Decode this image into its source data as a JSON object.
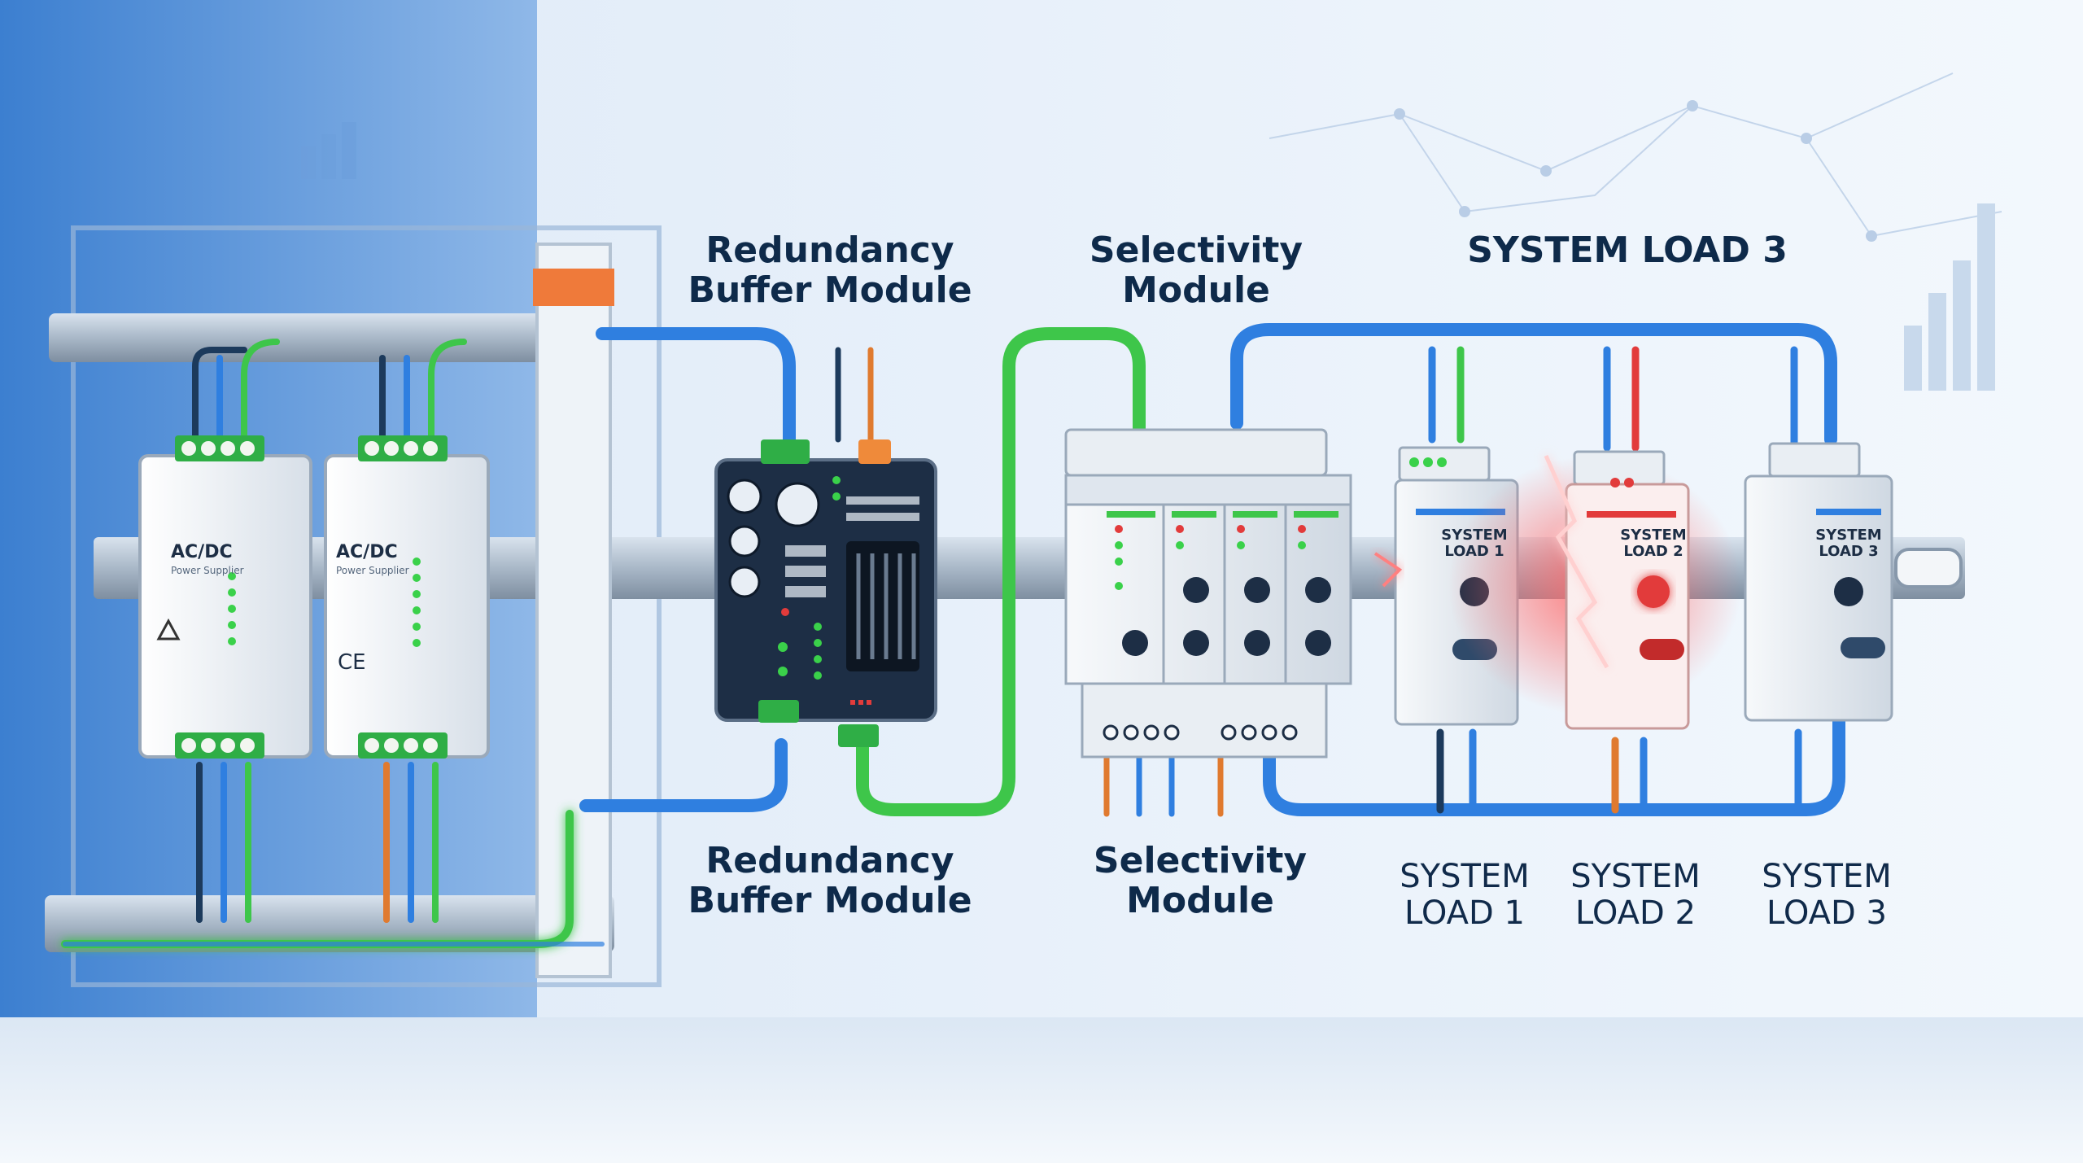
{
  "labels": {
    "redundancy_top": [
      "Redundancy",
      "Buffer Module"
    ],
    "selectivity_top": [
      "Selectivity",
      "Module"
    ],
    "system_load_3_top": "SYSTEM LOAD 3",
    "redundancy_bottom": [
      "Redundancy",
      "Buffer Module"
    ],
    "selectivity_bottom": [
      "Selectivity",
      "Module"
    ],
    "load1_bottom": [
      "SYSTEM",
      "LOAD 1"
    ],
    "load2_bottom": [
      "SYSTEM",
      "LOAD 2"
    ],
    "load3_bottom": [
      "SYSTEM",
      "LOAD 3"
    ]
  },
  "devices": {
    "psu1": {
      "title": "AC/DC",
      "subtitle": "Power Supplier"
    },
    "psu2": {
      "title": "AC/DC",
      "subtitle": "Power Supplier",
      "mark": "CE"
    },
    "load1_tag": [
      "SYSTEM",
      "LOAD 1"
    ],
    "load2_tag": [
      "SYSTEM",
      "LOAD 2"
    ],
    "load3_tag": [
      "SYSTEM",
      "LOAD 3"
    ]
  },
  "status": {
    "load2": "fault"
  },
  "colors": {
    "wire_blue": "#2f7fe0",
    "wire_green": "#3ec64a",
    "wire_orange": "#e07a2f",
    "wire_red": "#e23b3b",
    "fault_glow": "#ff4a4a",
    "led_green": "#3ad14a"
  }
}
